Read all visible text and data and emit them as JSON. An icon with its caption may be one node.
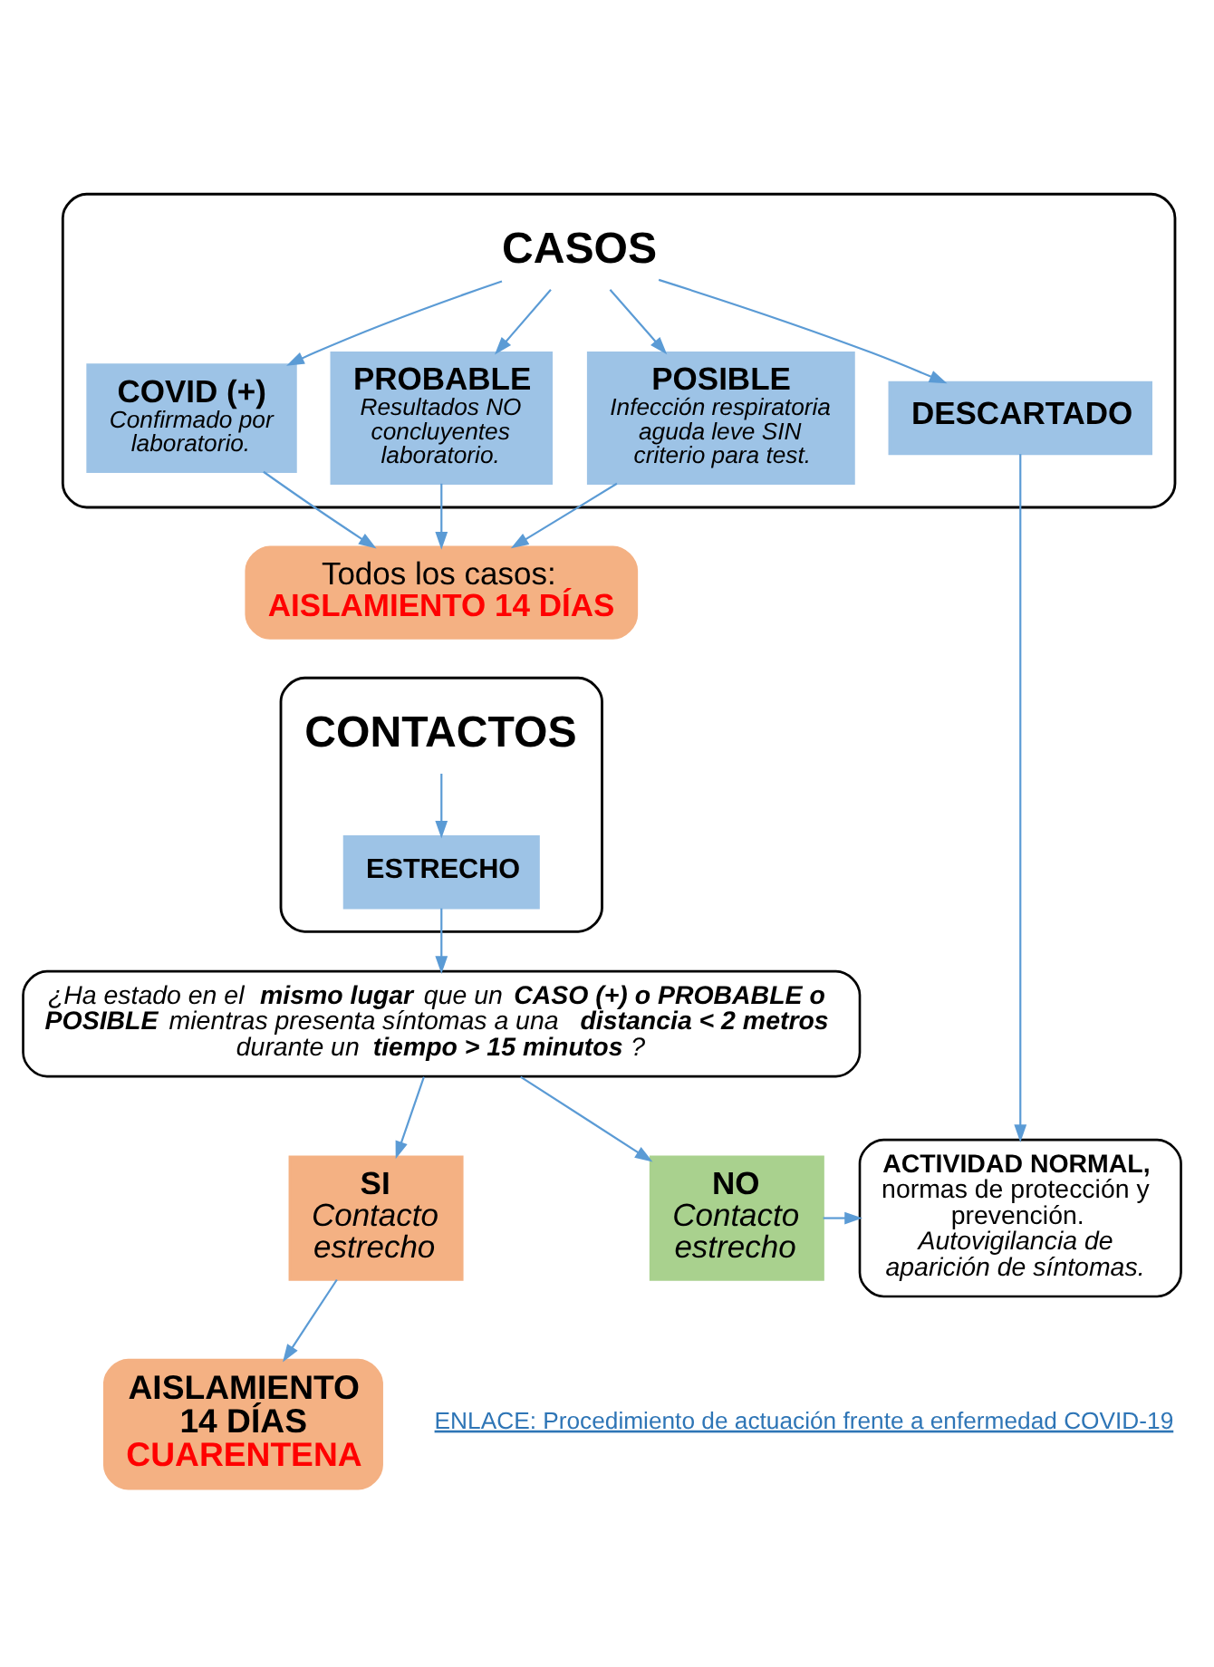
{
  "diagram": {
    "nodes": [
      {
        "text": [
          "CASOS"
        ]
      },
      {
        "text": [
          "COVID (+)",
          "Confirmado por laboratorio."
        ],
        "in": 0
      },
      {
        "text": [
          "PROBABLE",
          "Resultados NO concluyentes laboratorio."
        ],
        "in": 0
      },
      {
        "text": [
          "POSIBLE",
          "Infección respiratoria aguda leve SIN criterio para test."
        ],
        "in": 0
      },
      {
        "text": [
          "DESCARTADO"
        ],
        "in": 0
      },
      {
        "text": [
          "Todos los casos:",
          "AISLAMIENTO 14 DÍAS"
        ]
      },
      {
        "text": [
          "CONTACTOS"
        ]
      },
      {
        "text": [
          "ESTRECHO"
        ],
        "in": 6
      },
      {
        "text": [
          "¿Ha estado en el **mismo lugar** que un **CASO (+) o PROBABLE o POSIBLE** mientras presenta síntomas a una **distancia < 2 metros** durante un **tiempo > 15 minutos**?"
        ]
      },
      {
        "text": [
          "SI",
          "Contacto estrecho"
        ]
      },
      {
        "text": [
          "NO",
          "Contacto estrecho"
        ]
      },
      {
        "text": [
          "ACTIVIDAD NORMAL,",
          "normas de protección y prevención.",
          "Autovigilancia de aparición de síntomas."
        ]
      },
      {
        "text": [
          "AISLAMIENTO 14 DÍAS",
          "CUARENTENA"
        ]
      }
    ],
    "edges": [
      {
        "from": 0,
        "to": 1,
        "arrow": "to"
      },
      {
        "from": 0,
        "to": 2,
        "arrow": "to"
      },
      {
        "from": 0,
        "to": 3,
        "arrow": "to"
      },
      {
        "from": 0,
        "to": 4,
        "arrow": "to"
      },
      {
        "from": 1,
        "to": 5,
        "arrow": "to"
      },
      {
        "from": 2,
        "to": 5,
        "arrow": "to"
      },
      {
        "from": 3,
        "to": 5,
        "arrow": "to"
      },
      {
        "from": 4,
        "to": 11,
        "arrow": "to"
      },
      {
        "from": 6,
        "to": 7,
        "arrow": "to"
      },
      {
        "from": 7,
        "to": 8,
        "arrow": "to"
      },
      {
        "from": 8,
        "to": 9,
        "arrow": "to"
      },
      {
        "from": 8,
        "to": 10,
        "arrow": "to"
      },
      {
        "from": 10,
        "to": 11,
        "arrow": "to"
      },
      {
        "from": 9,
        "to": 12,
        "arrow": "to"
      }
    ],
    "labels": [
      "ENLACE: Procedimiento de actuación frente a enfermedad COVID-19"
    ]
  }
}
